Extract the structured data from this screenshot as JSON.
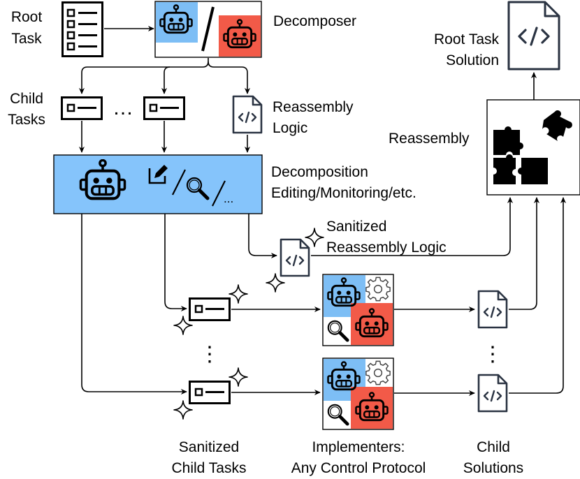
{
  "labels": {
    "root_task": [
      "Root",
      "Task"
    ],
    "decomposer": "Decomposer",
    "child_tasks": [
      "Child",
      "Tasks"
    ],
    "reassembly_logic": [
      "Reassembly",
      "Logic"
    ],
    "decomposition_stage": [
      "Decomposition",
      "Editing/Monitoring/etc."
    ],
    "sanitized_reassembly_logic": [
      "Sanitized",
      "Reassembly Logic"
    ],
    "reassembly": "Reassembly",
    "root_task_solution": [
      "Root Task",
      "Solution"
    ],
    "sanitized_child_tasks": [
      "Sanitized",
      "Child Tasks"
    ],
    "implementers": [
      "Implementers:",
      "Any Control Protocol"
    ],
    "child_solutions": [
      "Child",
      "Solutions"
    ],
    "ellipsis_h": "…",
    "ellipsis_small": "...",
    "ellipsis_v": "⋮"
  },
  "icons": {
    "root_task": "checklist-document-icon",
    "decomposer_trusted": "trusted-robot-icon",
    "decomposer_untrusted": "untrusted-robot-icon",
    "child_task": "task-card-icon",
    "code_file": "code-file-icon",
    "edit": "edit-icon",
    "search": "magnifier-icon",
    "gear": "gear-icon",
    "sparkle": "sparkle-icon",
    "puzzle": "puzzle-icon"
  },
  "colors": {
    "trusted": "#7dbef5",
    "untrusted": "#f25a48",
    "stage_fill": "#85c4fb",
    "line": "#000000",
    "doc_stroke": "#2a3342"
  }
}
